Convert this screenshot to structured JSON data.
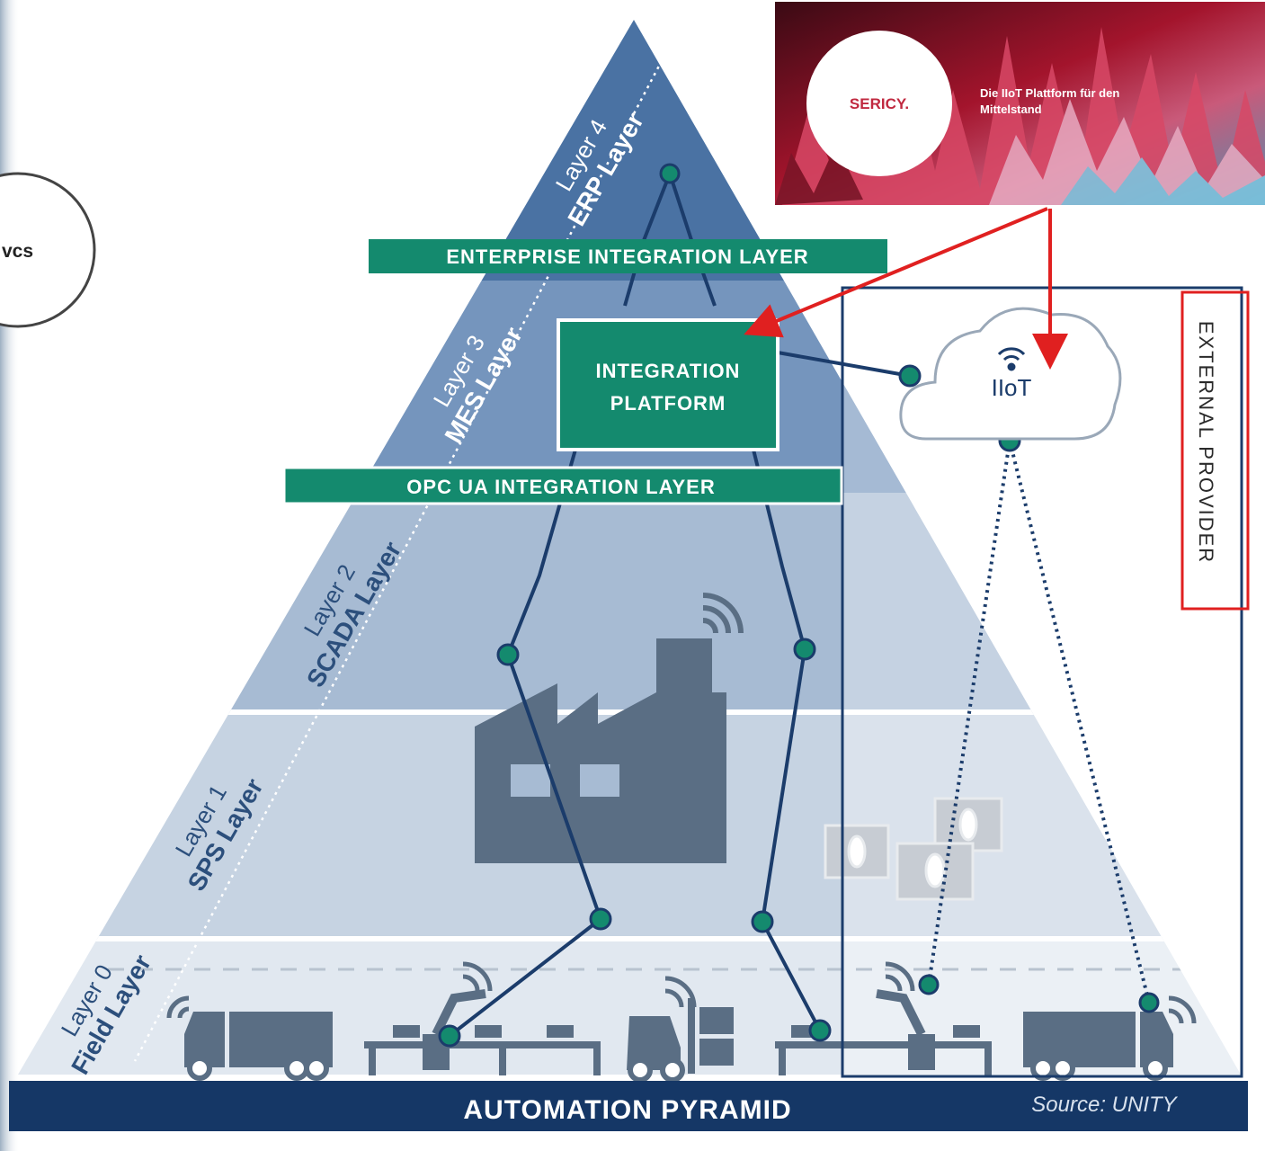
{
  "pyramid": {
    "layers": [
      {
        "number": "Layer 0",
        "name": "Field Layer"
      },
      {
        "number": "Layer 1",
        "name": "SPS Layer"
      },
      {
        "number": "Layer 2",
        "name": "SCADA Layer"
      },
      {
        "number": "Layer 3",
        "name": "MES Layer"
      },
      {
        "number": "Layer 4",
        "name": "ERP Layer"
      }
    ],
    "enterprise_band": "Enterprise Integration Layer",
    "opcua_band": "OPC UA Integration Layer",
    "integration_line1": "Integration",
    "integration_line2": "Platform",
    "iiot_label": "IIoT",
    "external_provider": "External Provider",
    "footer_title": "Automation Pyramid",
    "footer_source": "Source: UNITY"
  },
  "ad": {
    "brand": "SERICY.",
    "tagline_line1": "Die IIoT Plattform für den",
    "tagline_line2": "Mittelstand"
  },
  "left_badge": {
    "text": "vcs"
  },
  "colors": {
    "green": "#148a6e",
    "navy": "#1b3c6b",
    "annotation_red": "#e02020"
  }
}
